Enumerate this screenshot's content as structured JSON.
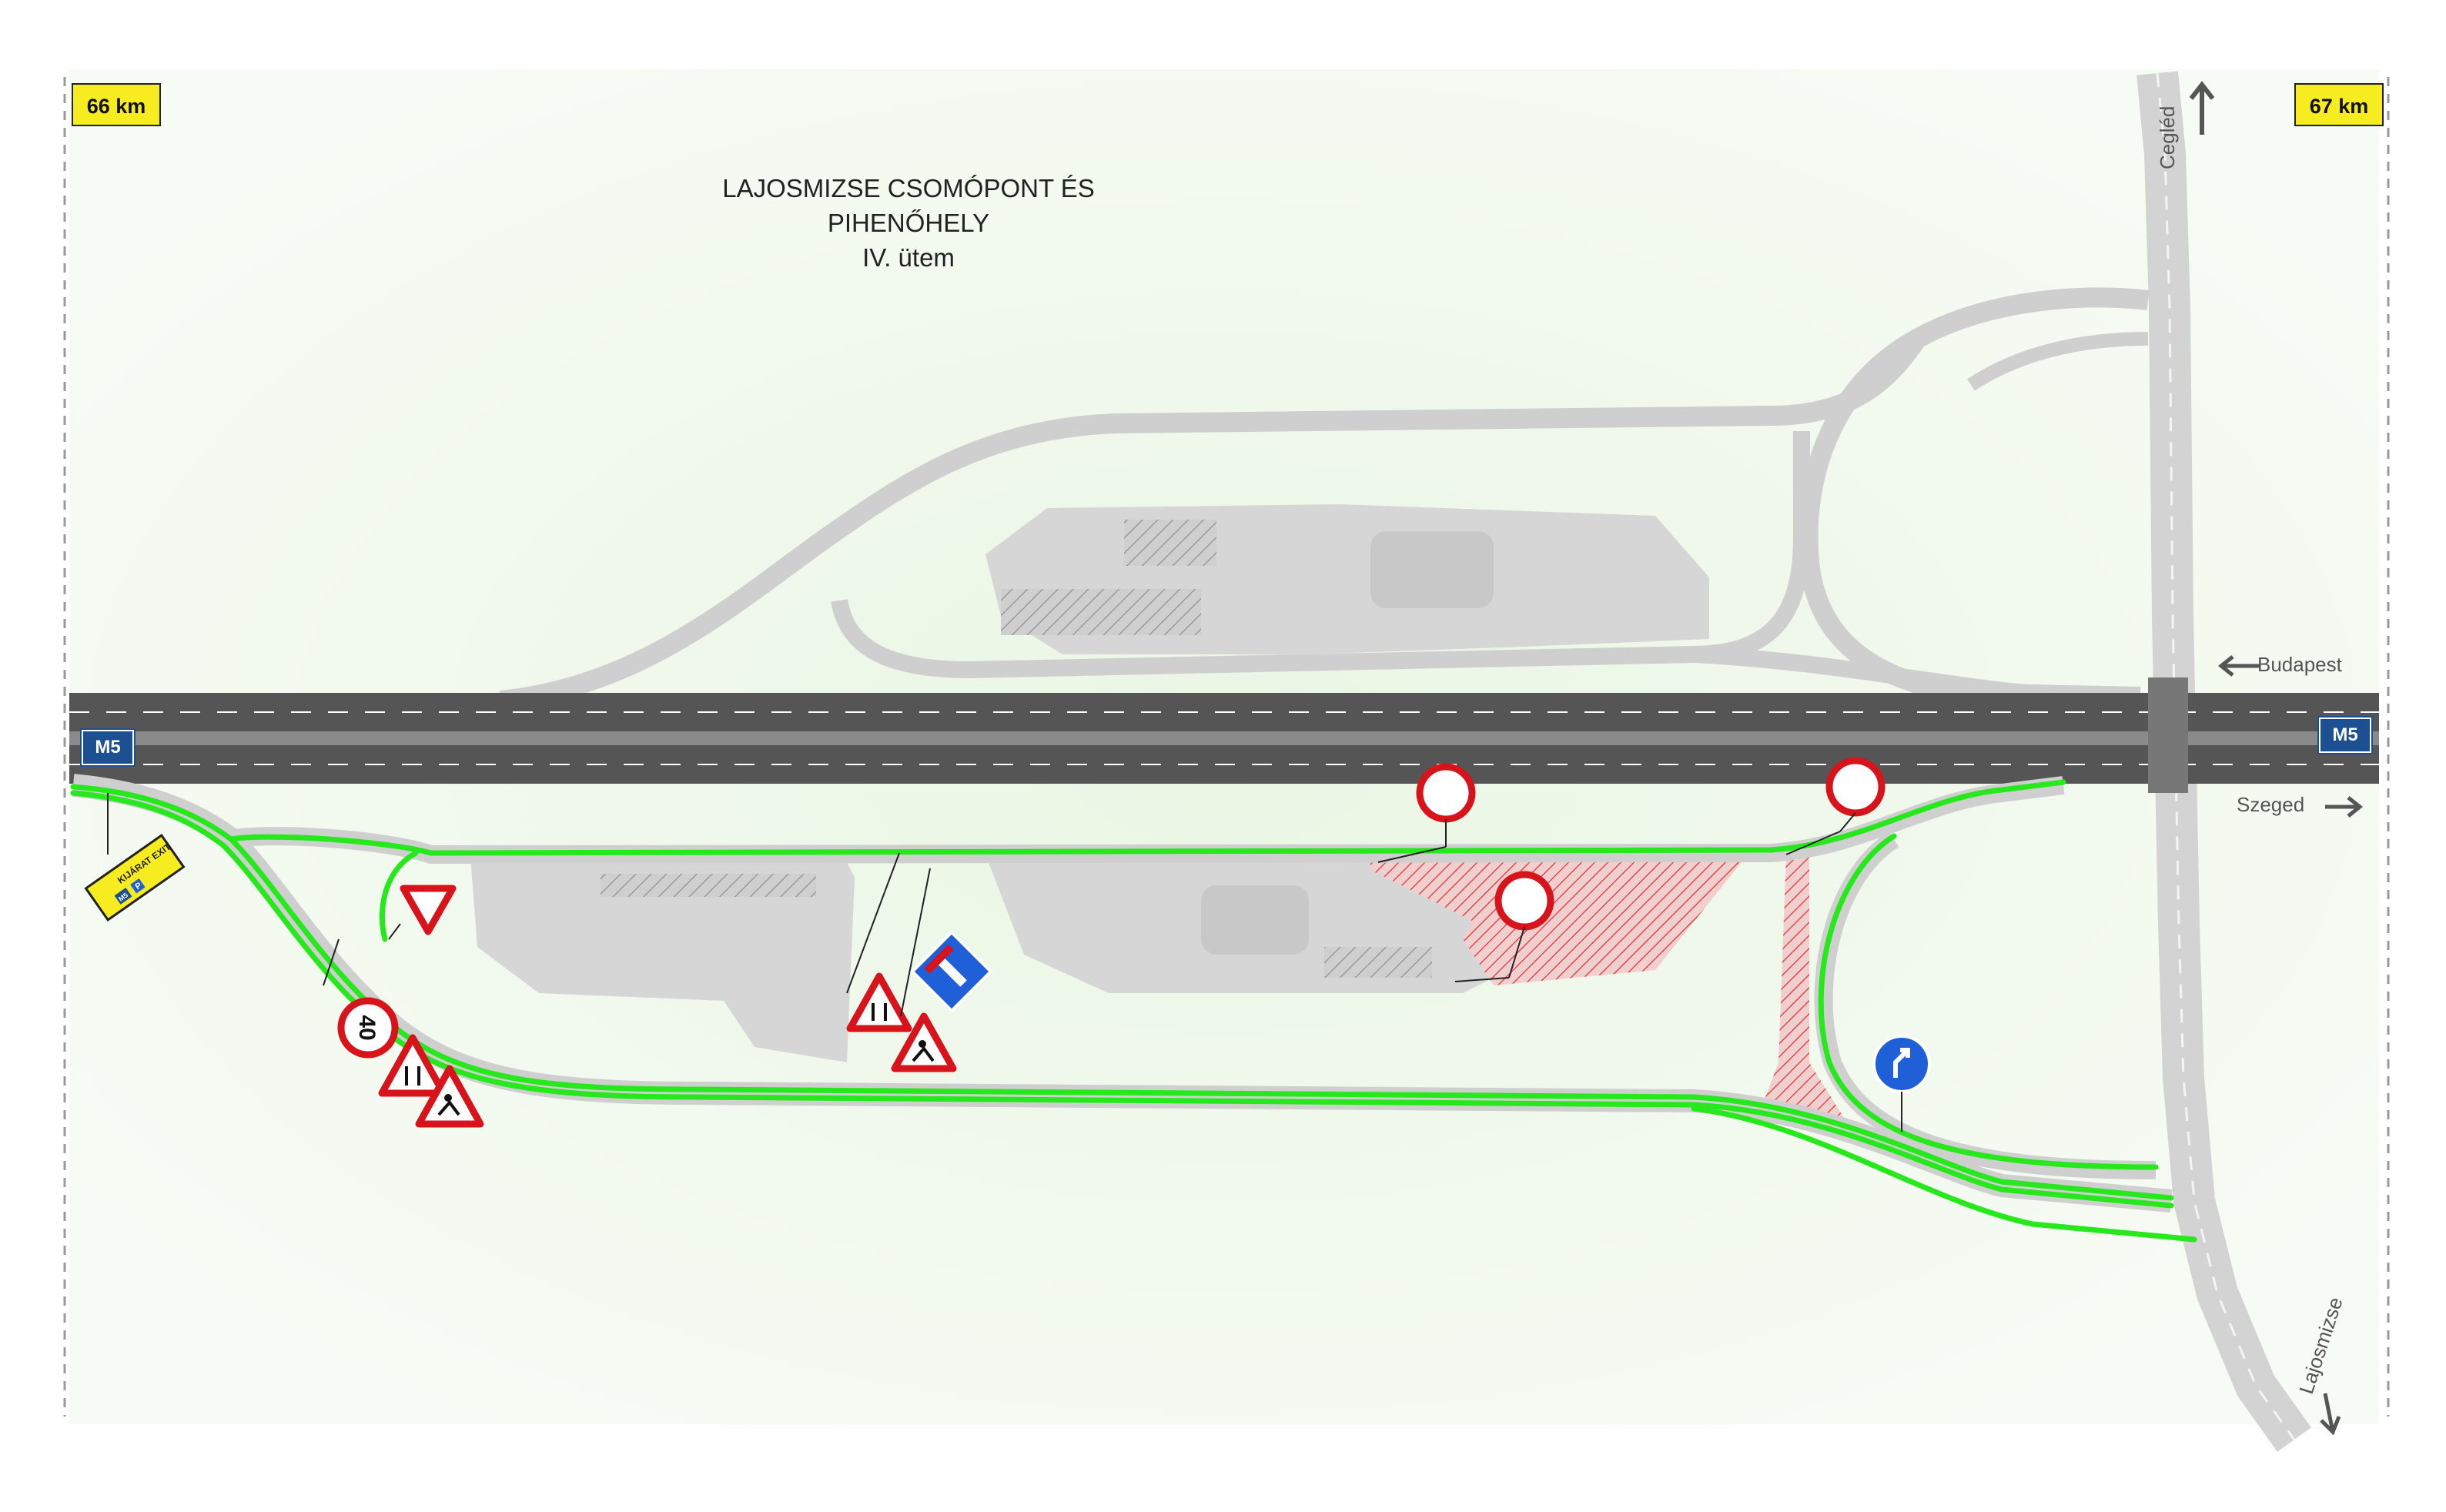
{
  "title_lines": [
    "LAJOSMIZSE CSOMÓPONT ÉS",
    "PIHENŐHELY",
    "IV. ütem"
  ],
  "km_markers": {
    "left": "66 km",
    "right": "67 km"
  },
  "directions": {
    "north": "Cegléd",
    "east_upper": "Budapest",
    "east_lower": "Szeged",
    "south": "Lajosmizse"
  },
  "road_badges": {
    "left": "M5",
    "right": "M5"
  },
  "signs": {
    "speed_limit": "40",
    "exit_sign_text": "KIJÁRAT EXIT",
    "exit_badge": "M5",
    "parking_letter": "P"
  },
  "colors": {
    "background": "#ffffff",
    "terrain": "#eef7e9",
    "road": "#d0d0d0",
    "motorway": "#555555",
    "route_highlight": "#26e81d",
    "closure_hatch": "#e06060",
    "km_badge": "#f7ec1f",
    "sign_red": "#d7131c",
    "sign_blue": "#1f5fd8",
    "motorway_badge": "#1d4f93"
  },
  "icons": [
    "speed-limit-sign",
    "yield-sign",
    "road-narrows-sign",
    "roadworks-sign",
    "dead-end-sign",
    "no-entry-sign",
    "keep-direction-sign",
    "exit-sign"
  ]
}
